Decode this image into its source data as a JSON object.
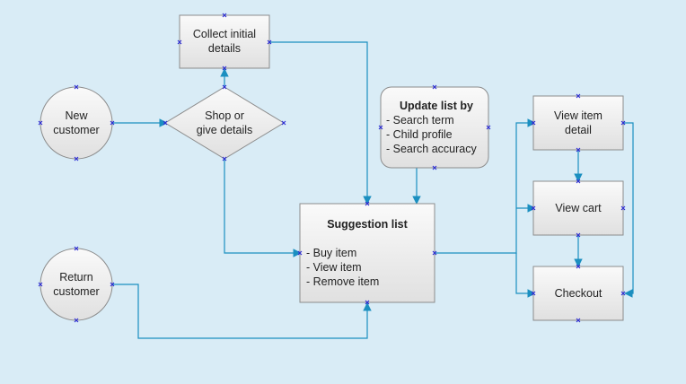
{
  "colors": {
    "background": "#d9ecf6",
    "connector": "#1b8fc0",
    "handle": "#2a2ad6",
    "node_border": "#8c8c8c"
  },
  "nodes": {
    "new_customer": [
      "New",
      "customer"
    ],
    "return_customer": [
      "Return",
      "customer"
    ],
    "shop_or_details": [
      "Shop or",
      "give details"
    ],
    "collect_details": [
      "Collect initial",
      "details"
    ],
    "update_list": {
      "title": "Update list by",
      "items": [
        "- Search term",
        "- Child profile",
        "- Search accuracy"
      ]
    },
    "suggestion_list": {
      "title": "Suggestion list",
      "items": [
        "- Buy item",
        "- View item",
        "- Remove item"
      ]
    },
    "view_item_detail": [
      "View item",
      "detail"
    ],
    "view_cart": "View cart",
    "checkout": "Checkout"
  }
}
